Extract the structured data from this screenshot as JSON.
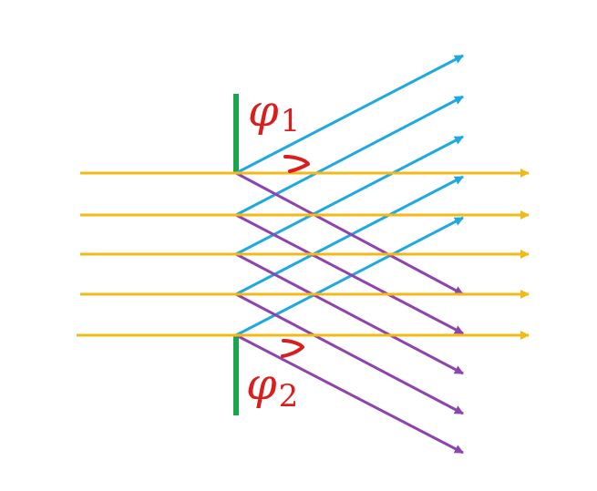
{
  "labels": {
    "phi1": {
      "symbol": "φ",
      "subscript": "1"
    },
    "phi2": {
      "symbol": "φ",
      "subscript": "2"
    }
  },
  "colors": {
    "incident": "#F2BA17",
    "upper_diffracted": "#1FA9E0",
    "lower_diffracted": "#8E44AD",
    "grating": "#1AA64A",
    "angle": "#D81E1E"
  },
  "icons": {
    "arrowhead": "triangle-arrowhead-icon",
    "angle_mark": "angle-arc-icon"
  }
}
